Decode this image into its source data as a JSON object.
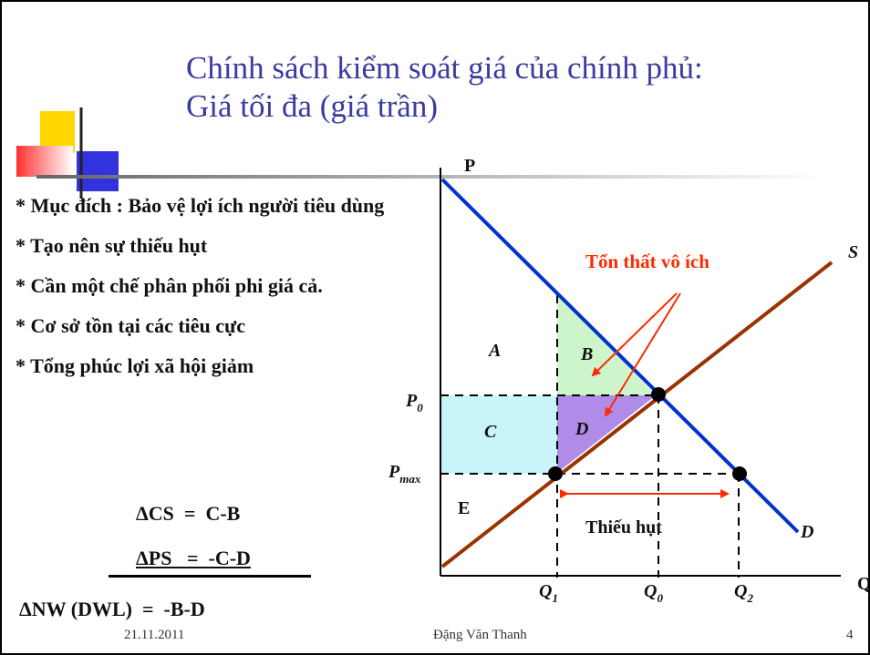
{
  "slide": {
    "title_line1": "Chính sách kiểm soát giá của chính phủ:",
    "title_line2": "Giá tối đa (giá trần)",
    "bullets": [
      "* Mục đích : Bảo vệ lợi ích người tiêu dùng",
      "* Tạo nên sự thiếu hụt",
      "* Cần một chế phân phối phi giá cả.",
      "* Cơ sở tồn tại các tiêu cực",
      "* Tổng phúc lợi xã hội giảm"
    ],
    "formulas": {
      "cs": "ΔCS  =  C-B",
      "ps": "ΔPS   =  -C-D",
      "nw": "ΔNW (DWL)  =  -B-D"
    },
    "footer": {
      "date": "21.11.2011",
      "author": "Đặng Văn Thanh",
      "page": "4"
    }
  },
  "chart_data": {
    "type": "diagram",
    "axes": {
      "y_label": "P",
      "x_label": "Q"
    },
    "curves": [
      {
        "name": "S",
        "color": "#993300"
      },
      {
        "name": "D",
        "color": "#0033cc"
      }
    ],
    "prices": {
      "p0": {
        "base": "P",
        "sub": "0"
      },
      "pmax": {
        "base": "P",
        "sub": "max"
      }
    },
    "quantities": {
      "q1": {
        "base": "Q",
        "sub": "1"
      },
      "q0": {
        "base": "Q",
        "sub": "0"
      },
      "q2": {
        "base": "Q",
        "sub": "2"
      }
    },
    "areas": {
      "A": "A",
      "B": "B",
      "C": "C",
      "D": "D",
      "E": "E"
    },
    "annotations": {
      "dwl": "Tổn thất vô ích",
      "shortage": "Thiếu hụt"
    },
    "colors": {
      "area_b": "#ccf5cc",
      "area_c": "#c8f5fa",
      "area_d": "#b18be8",
      "arrow": "#ff2a00"
    }
  }
}
